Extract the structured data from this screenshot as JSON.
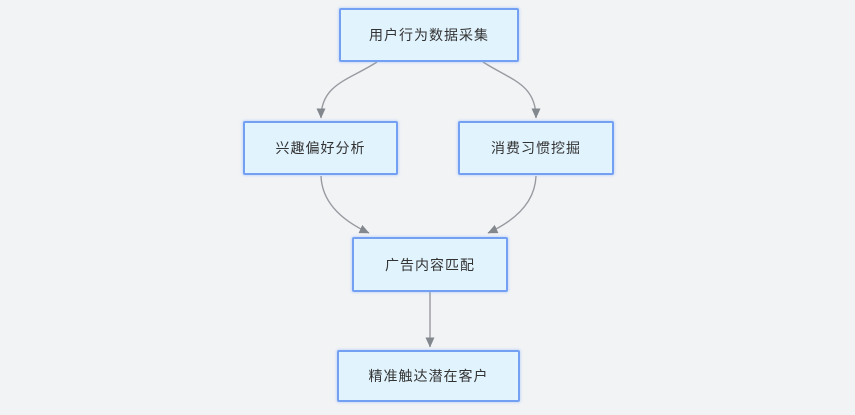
{
  "page": {
    "background_color": "#f2f3f5"
  },
  "diagram": {
    "type": "flowchart",
    "direction": "top-down",
    "colors": {
      "node_fill": "#e1f3fd",
      "node_border": "#74a0f3",
      "node_text": "#333333",
      "edge_line": "#999aa0",
      "arrowhead": "#83878e",
      "canvas_background": "#f2f3f5"
    },
    "nodes": [
      {
        "id": "collect",
        "label": "用户行为数据采集"
      },
      {
        "id": "interest",
        "label": "兴趣偏好分析"
      },
      {
        "id": "consume",
        "label": "消费习惯挖掘"
      },
      {
        "id": "match",
        "label": "广告内容匹配"
      },
      {
        "id": "reach",
        "label": "精准触达潜在客户"
      }
    ],
    "edges": [
      {
        "from": "用户行为数据采集",
        "to": "兴趣偏好分析"
      },
      {
        "from": "用户行为数据采集",
        "to": "消费习惯挖掘"
      },
      {
        "from": "兴趣偏好分析",
        "to": "广告内容匹配"
      },
      {
        "from": "消费习惯挖掘",
        "to": "广告内容匹配"
      },
      {
        "from": "广告内容匹配",
        "to": "精准触达潜在客户"
      }
    ]
  }
}
